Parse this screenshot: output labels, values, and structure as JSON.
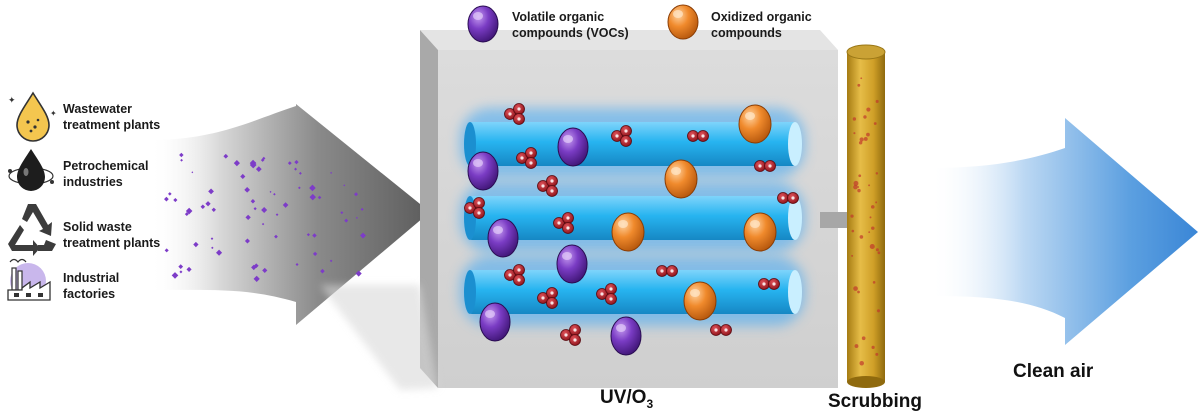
{
  "sources": {
    "wastewater": "Wastewater\ntreatment plants",
    "petrochemical": "Petrochemical\nindustries",
    "solid_waste": "Solid waste\ntreatment plants",
    "industrial": "Industrial\nfactories"
  },
  "legend": {
    "voc_label": "Volatile organic\ncompонds (VOCs)",
    "oxidized_label": "Oxidized organic\ncompounds"
  },
  "stages": {
    "reactor": "UV/O",
    "reactor_sub": "3",
    "scrubbing": "Scrubbing",
    "outlet": "Clean air"
  },
  "colors": {
    "voc": "#6a2fb0",
    "oxidized": "#f08a2c",
    "ozone": "#b3202a",
    "uv_tube": "#27b4f0",
    "clean_air": "#3f8ed8",
    "scrubber": "#d1a12a"
  }
}
